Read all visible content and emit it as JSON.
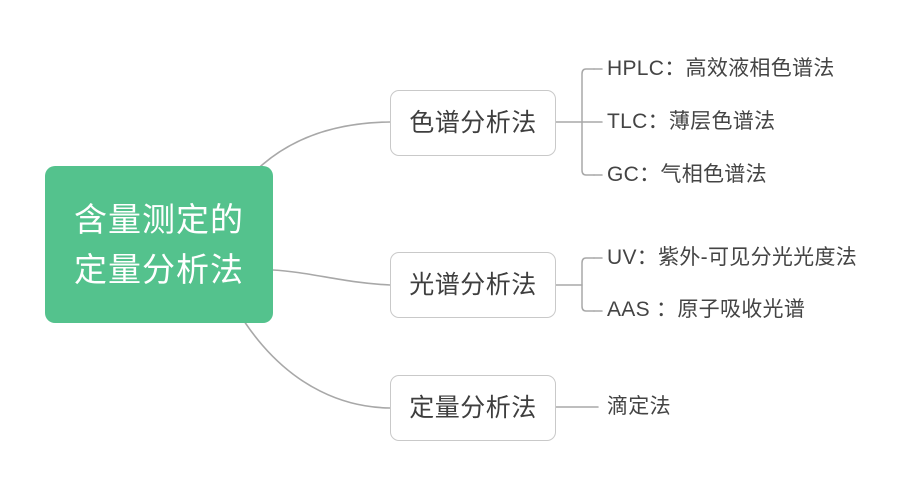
{
  "diagram": {
    "type": "mind-map",
    "orientation": "left-to-right",
    "colors": {
      "root_fill": "#54C28D",
      "root_text": "#ffffff",
      "node_fill": "#ffffff",
      "node_border": "#c9c9c9",
      "node_text": "#3e3e3e",
      "leaf_text": "#444444",
      "connector": "#a8a8a8",
      "background": "#ffffff"
    },
    "root": {
      "lines": [
        "含量测定的",
        "定量分析法"
      ]
    },
    "branches": [
      {
        "id": "chromatography",
        "label": "色谱分析法",
        "leaves": [
          {
            "id": "hplc",
            "text": "HPLC：高效液相色谱法"
          },
          {
            "id": "tlc",
            "text": "TLC：薄层色谱法"
          },
          {
            "id": "gc",
            "text": "GC：气相色谱法"
          }
        ]
      },
      {
        "id": "spectroscopy",
        "label": "光谱分析法",
        "leaves": [
          {
            "id": "uv",
            "text": "UV：紫外-可见分光光度法"
          },
          {
            "id": "aas",
            "text": "AAS ：原子吸收光谱"
          }
        ]
      },
      {
        "id": "quantitative",
        "label": "定量分析法",
        "leaves": [
          {
            "id": "titration",
            "text": "滴定法"
          }
        ]
      }
    ]
  }
}
